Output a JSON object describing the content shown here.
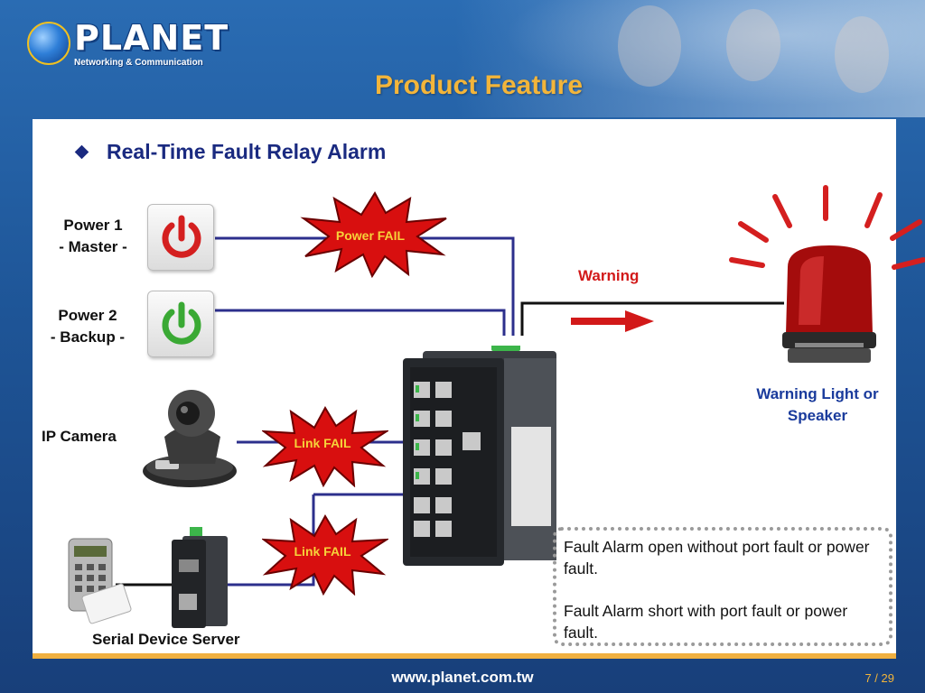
{
  "header": {
    "logo_text": "PLANET",
    "logo_sub": "Networking & Communication",
    "title": "Product Feature"
  },
  "bullet": {
    "text": "Real-Time Fault Relay Alarm"
  },
  "labels": {
    "power1_line1": "Power 1",
    "power1_line2": "- Master -",
    "power2_line1": "Power 2",
    "power2_line2": "- Backup -",
    "ip_camera": "IP Camera",
    "serial_device": "Serial Device Server",
    "warning": "Warning",
    "warning_light_line1": "Warning Light or",
    "warning_light_line2": "Speaker"
  },
  "alerts": {
    "power_fail": "Power FAIL",
    "link_fail_1": "Link FAIL",
    "link_fail_2": "Link FAIL"
  },
  "note": {
    "line1": "Fault Alarm open without port fault or power fault.",
    "line2": "Fault Alarm short with port fault or power fault."
  },
  "footer": {
    "url": "www.planet.com.tw",
    "page": "7 / 29"
  },
  "colors": {
    "title": "#f3b53a",
    "bullet_text": "#1a2a80",
    "warning": "#d21919",
    "light_label": "#1a3b9c",
    "wire_blue": "#2c2f8c",
    "burst_red": "#d80f0f",
    "burst_text": "#f6d23a"
  },
  "icons": {
    "power1": "power-icon-red",
    "power2": "power-icon-green",
    "bullet": "diamond-bullet-icon"
  }
}
